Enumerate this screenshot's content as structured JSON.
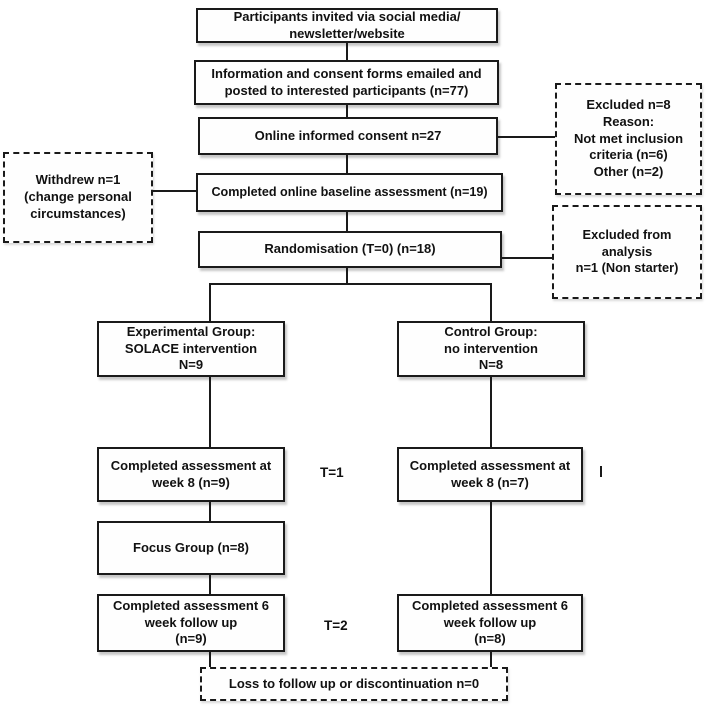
{
  "colors": {
    "border": "#1a1a1a",
    "background": "#ffffff",
    "text": "#111111"
  },
  "nodes": {
    "invited": "Participants invited via social media/\nnewsletter/website",
    "info_consent": "Information and consent forms emailed and\nposted to interested participants (n=77)",
    "online_consent": "Online informed consent n=27",
    "baseline": "Completed online baseline assessment (n=19)",
    "randomisation": "Randomisation (T=0) (n=18)",
    "excluded": "Excluded n=8\nReason:\nNot met inclusion\ncriteria (n=6)\nOther (n=2)",
    "withdrew": "Withdrew n=1\n(change personal\ncircumstances)",
    "excluded_analysis": "Excluded from analysis\nn=1 (Non starter)",
    "experimental_group": "Experimental Group:\nSOLACE intervention\nN=9",
    "control_group": "Control Group:\nno intervention\nN=8",
    "exp_week8": "Completed assessment at\nweek 8 (n=9)",
    "ctrl_week8": "Completed assessment at\nweek 8 (n=7)",
    "focus_group": "Focus Group (n=8)",
    "exp_followup": "Completed assessment 6\nweek follow up\n(n=9)",
    "ctrl_followup": "Completed assessment 6\nweek follow up\n(n=8)",
    "loss": "Loss to follow up or discontinuation n=0"
  },
  "labels": {
    "t1": "T=1",
    "t2": "T=2"
  }
}
